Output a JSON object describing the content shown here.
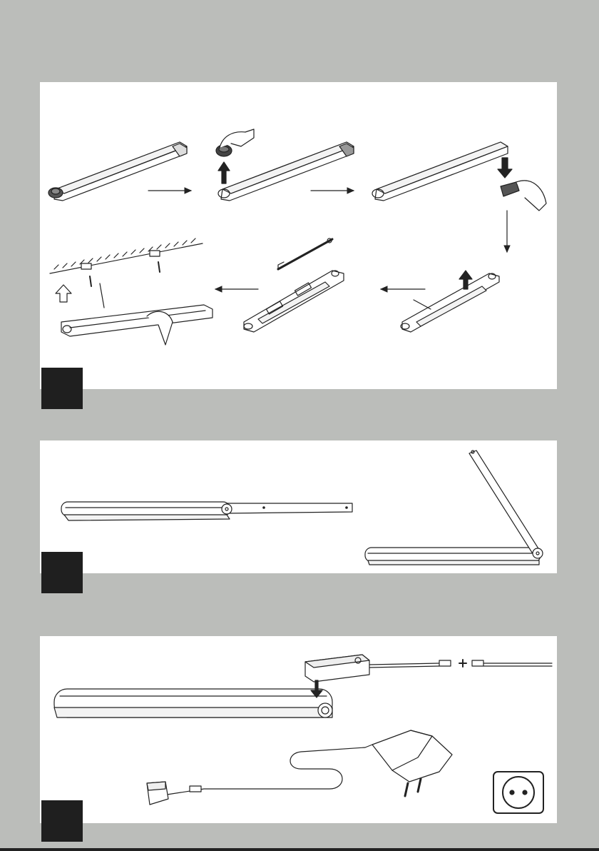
{
  "document": {
    "type": "instruction-sheet",
    "colors": {
      "background": "#bbbdba",
      "panel": "#ffffff",
      "badge": "#1f1f1f",
      "line": "#222222"
    }
  },
  "panels": [
    {
      "id": "wall-mount",
      "icons": [
        "lamp-bar",
        "battery-cover",
        "hand",
        "arrow",
        "wall-bracket",
        "screw",
        "screwdriver"
      ]
    },
    {
      "id": "fold-positions",
      "icons": [
        "lamp-bar-extended",
        "lamp-bar-folded-upright"
      ]
    },
    {
      "id": "power-connection",
      "icons": [
        "lamp-bar",
        "power-module",
        "connector-plus",
        "plug-adapter",
        "cable",
        "wall-socket"
      ]
    }
  ]
}
